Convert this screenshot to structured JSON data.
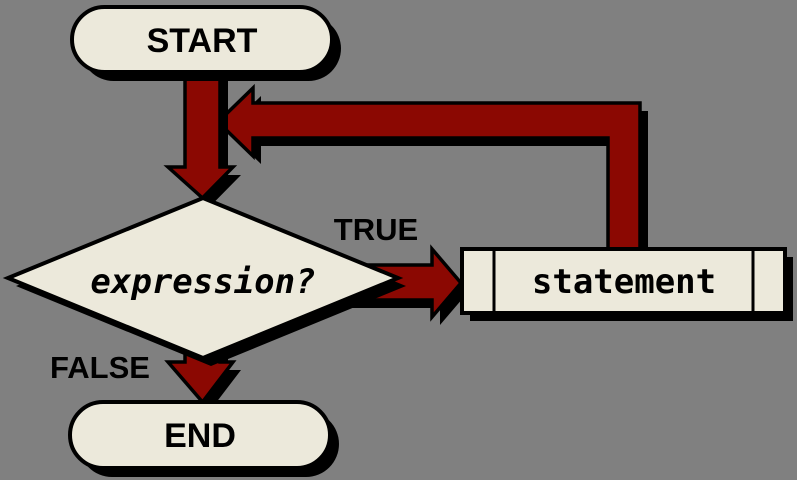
{
  "diagram": {
    "type": "flowchart",
    "description_labels": {
      "start": "START",
      "decision": "expression?",
      "loop_body": "statement",
      "end": "END"
    }
  },
  "nodes": {
    "start": {
      "label": "START",
      "shape": "terminator"
    },
    "decision": {
      "label": "expression?",
      "shape": "decision-diamond"
    },
    "statement": {
      "label": "statement",
      "shape": "predefined-process"
    },
    "end": {
      "label": "END",
      "shape": "terminator"
    }
  },
  "branches": {
    "true_label": "TRUE",
    "false_label": "FALSE"
  },
  "colors": {
    "background": "#808080",
    "node_fill": "#ECE9DB",
    "arrow_fill": "#8B0802",
    "outline": "#000000",
    "shadow": "#000000",
    "text": "#000000"
  }
}
